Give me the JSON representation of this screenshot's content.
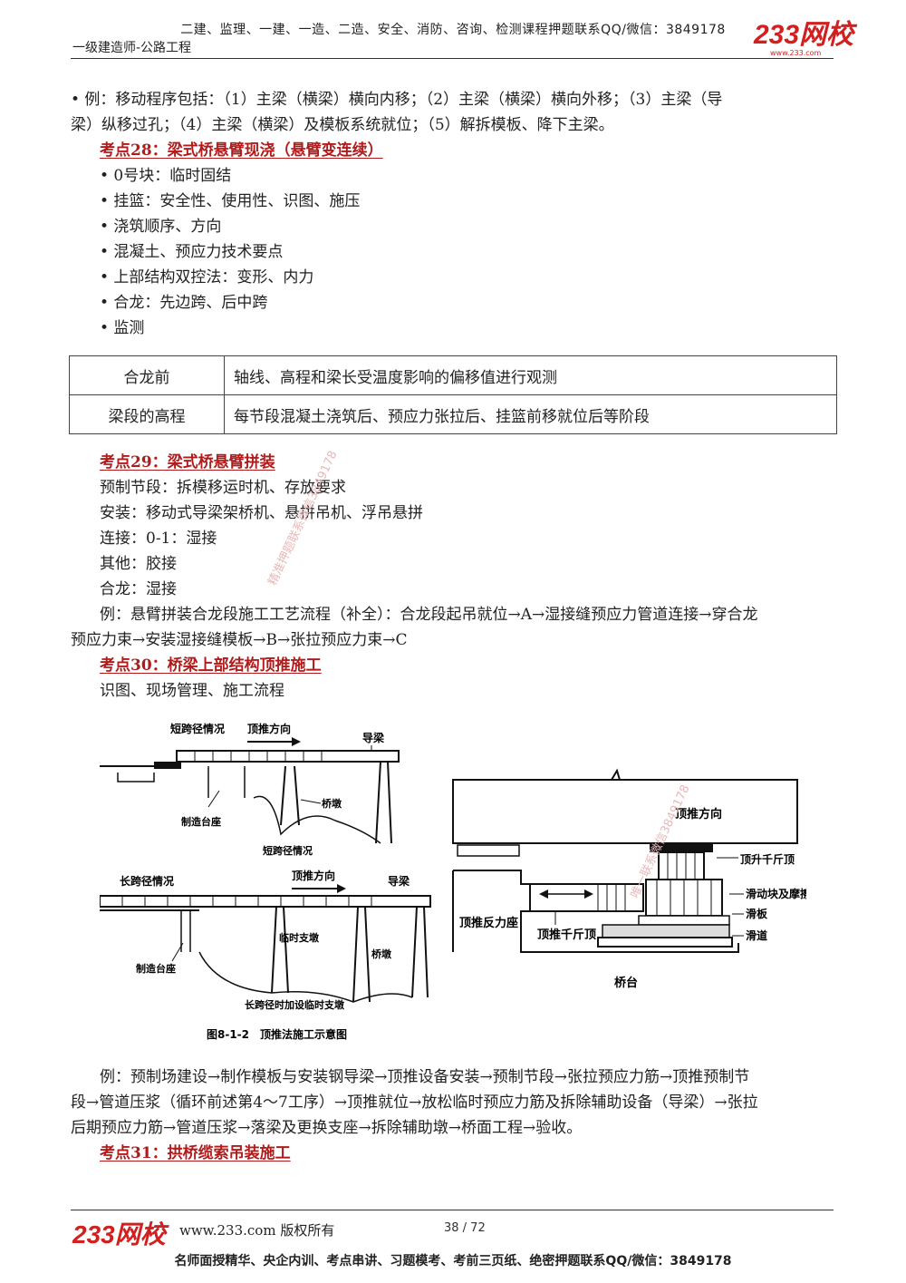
{
  "header": {
    "banner": "二建、监理、一建、一造、二造、安全、消防、咨询、检测课程押题联系QQ/微信：3849178",
    "subtitle": "一级建造师-公路工程",
    "logo_text": "233网校",
    "logo_url": "www.233.com"
  },
  "content": {
    "intro_line1": "• 例：移动程序包括：（1）主梁（横梁）横向内移；（2）主梁（横梁）横向外移；（3）主梁（导",
    "intro_line2": "梁）纵移过孔；（4）主梁（横梁）及模板系统就位；（5）解拆模板、降下主梁。",
    "kp28_heading": "考点28：梁式桥悬臂现浇（悬臂变连续）",
    "kp28_bullets": [
      "• 0号块：临时固结",
      "• 挂篮：安全性、使用性、识图、施压",
      "• 浇筑顺序、方向",
      "• 混凝土、预应力技术要点",
      "• 上部结构双控法：变形、内力",
      "• 合龙：先边跨、后中跨",
      "• 监测"
    ],
    "table": [
      {
        "label": "合龙前",
        "value": "轴线、高程和梁长受温度影响的偏移值进行观测"
      },
      {
        "label": "梁段的高程",
        "value": "每节段混凝土浇筑后、预应力张拉后、挂篮前移就位后等阶段"
      }
    ],
    "kp29_heading": "考点29：梁式桥悬臂拼装",
    "kp29_lines": [
      "预制节段：拆模移运时机、存放要求",
      "安装：移动式导梁架桥机、悬拼吊机、浮吊悬拼",
      "连接：0-1：湿接",
      "其他：胶接",
      "合龙：湿接"
    ],
    "kp29_example1": "例：悬臂拼装合龙段施工工艺流程（补全）：合龙段起吊就位→A→湿接缝预应力管道连接→穿合龙",
    "kp29_example2": "预应力束→安装湿接缝模板→B→张拉预应力束→C",
    "kp30_heading": "考点30：桥梁上部结构顶推施工",
    "kp30_line": "识图、现场管理、施工流程",
    "example_lines": [
      "例：预制场建设→制作模板与安装钢导梁→顶推设备安装→预制节段→张拉预应力筋→顶推预制节",
      "段→管道压浆（循环前述第4～7工序）→顶推就位→放松临时预应力筋及拆除辅助设备（导梁）→张拉",
      "后期预应力筋→管道压浆→落梁及更换支座→拆除辅助墩→桥面工程→验收。"
    ],
    "kp31_heading": "考点31：拱桥缆索吊装施工"
  },
  "figure": {
    "short_title": "短跨径情况",
    "push_dir": "顶推方向",
    "guide_beam": "导梁",
    "pier": "桥墩",
    "casting_bed": "制造台座",
    "short_caption": "短跨径情况",
    "long_title": "长跨径情况",
    "temp_pier": "临时支墩",
    "long_caption": "长跨径时加设临时支墩",
    "fig_caption": "图8-1-2　顶推法施工示意图",
    "r_push_dir": "顶推方向",
    "lift_jack": "顶升千斤顶",
    "slider": "滑动块及摩擦垫",
    "slide_plate": "滑板",
    "slide_way": "滑道",
    "reaction_seat": "顶推反力座",
    "push_jack": "顶推千斤顶",
    "abutment": "桥台"
  },
  "watermarks": [
    "精准押题联系微信3849178",
    "唯一联系微信3849178"
  ],
  "footer": {
    "logo_text": "233网校",
    "copyright": "www.233.com 版权所有",
    "page": "38 / 72",
    "bottom_banner": "名师面授精华、央企内训、考点串讲、习题模考、考前三页纸、绝密押题联系QQ/微信：3849178"
  }
}
